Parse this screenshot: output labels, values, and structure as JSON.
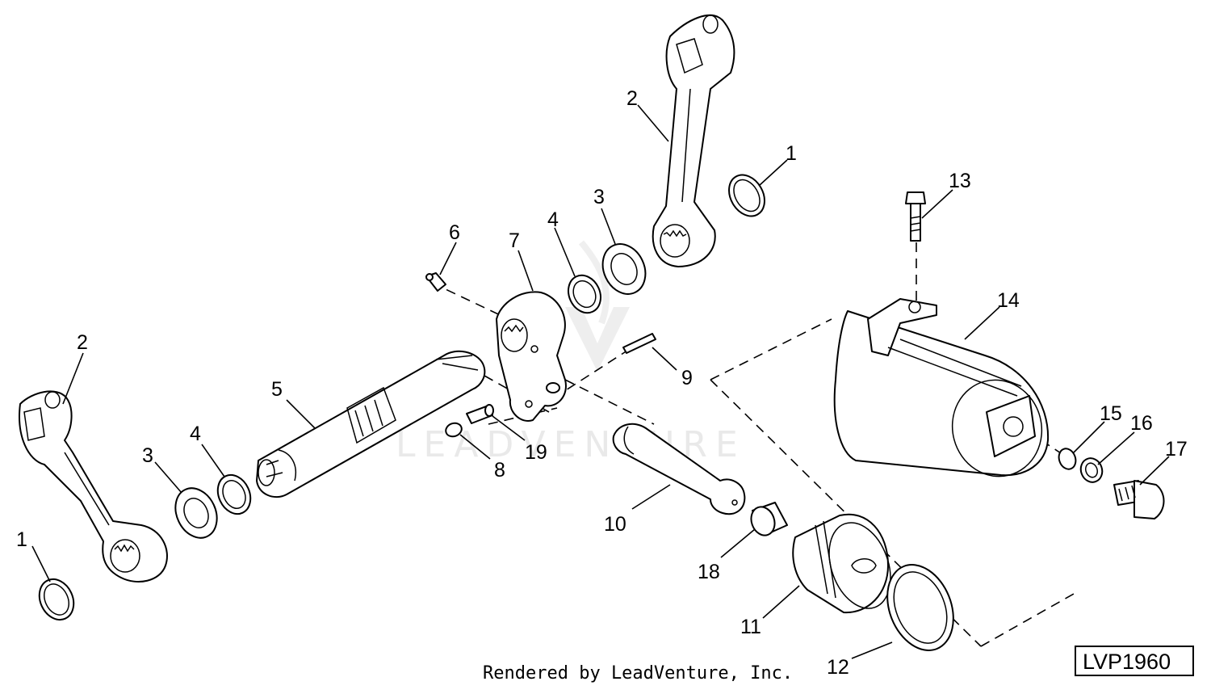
{
  "diagram": {
    "callouts": {
      "c1a": "1",
      "c1b": "1",
      "c2a": "2",
      "c2b": "2",
      "c3a": "3",
      "c3b": "3",
      "c4a": "4",
      "c4b": "4",
      "c5": "5",
      "c6": "6",
      "c7": "7",
      "c8": "8",
      "c9": "9",
      "c10": "10",
      "c11": "11",
      "c12": "12",
      "c13": "13",
      "c14": "14",
      "c15": "15",
      "c16": "16",
      "c17": "17",
      "c18": "18",
      "c19": "19"
    },
    "watermark": "LEADVENTURE",
    "footer": "Rendered by LeadVenture, Inc.",
    "figure_id": "LVP1960"
  }
}
